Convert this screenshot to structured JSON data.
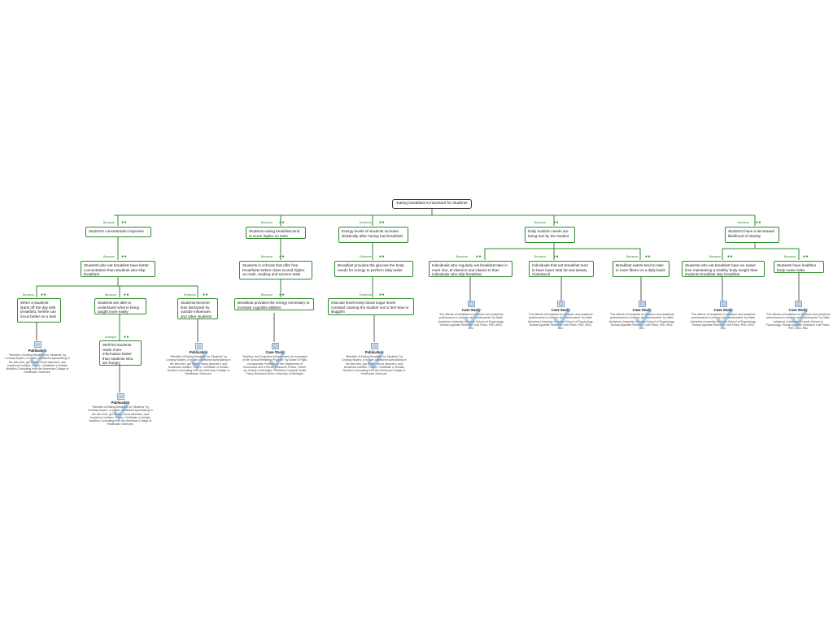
{
  "colors": {
    "accent": "#2e8b2e",
    "root_border": "#333333",
    "check": "#5b9bd5"
  },
  "root": "Eating breakfast is important for students",
  "tags": {
    "because": "Because",
    "evidence": "Evidence",
    "example": "Example"
  },
  "dots": "●●",
  "nodes": {
    "b1": "Student's concentration improves",
    "b2": "Students eating breakfast tend to score higher on tests",
    "b3": "Energy levels of students increase drastically after having had breakfast",
    "b4": "Daily nutrition needs are being met by the student",
    "b5": "Student's have a decreased likelihood of obesity",
    "c1": "Students who eat breakfast have better concentration than students who skip breakfast",
    "c2": "Students in schools that offer free breakfasts before class scored higher on math, reading and science tests",
    "c3": "Breakfast provides the glucose the body needs for energy to perform daily tasks",
    "c4": "Individuals who regularly eat breakfast take in more iron, B vitamins and vitamin D than individuals who skip breakfast",
    "c5": "Individuals that eat breakfast tend to have lower total fat and dietary cholesterol",
    "c6": "Breakfast eaters tend to take in more fibers on a daily basis",
    "c7": "Students who eat breakfast have an easier time maintaining a healthy body weight than students breakfast skip breakfast",
    "c8": "Students have healthier body mass index",
    "d1": "When a students starts off the day with breakfast, he/she can focus better on a task",
    "d2": "Students are able to understand what is being taught more easily",
    "d3": "Students become less distracted by outside influences and other students",
    "d4": "Breakfast provides the energy necessary to increase cognitive abilities",
    "d5": "Glucose levels keep blood sugar levels constant causing the student not to feel slow or sluggish",
    "e1": "Well-fed students retain more information better than students who are hungry"
  },
  "sources": {
    "s1": {
      "kind": "Publication",
      "ref": "\"Benefits of Eating Breakfast for Students\" by Lindsay Boyers, a holistic nutritionist specializing in the keto diet, gut health, mood disorders, and functional nutrition. Future, Certificate in Holistic Nutrition Consulting from the American College of Healthcare Sciences."
    },
    "s2": {
      "kind": "Publication",
      "ref": "\"Benefits of Eating Breakfast for Students\" by Lindsay Boyers, a holistic nutritionist specializing in the keto diet, gut health, mood disorders, and functional nutrition. Future, Certificate in Holistic Nutrition Consulting from the American College of Healthcare Sciences."
    },
    "s3": {
      "kind": "Publication",
      "ref": "\"Benefits of Eating Breakfast for Students\" by Lindsay Boyers, a holistic nutritionist specializing in the keto diet, gut health, mood disorders, and functional nutrition. Future, Certificate in Holistic Nutrition Consulting from the American College of Healthcare Sciences."
    },
    "s4": {
      "kind": "Case Study",
      "ref": "\"Nutrition and Cognitive Achievement: An evaluation of the School Breakfast Program\" by David N Figlio, an Associate Professor in the Department of Economics and a Senior Research Fellow, Future, for a Bank of Michigan. Retrieved Doctoral Health Policy Research at the University of Michigan."
    },
    "s5": {
      "kind": "Publication",
      "ref": "\"Benefits of Eating Breakfast for Students\" by Lindsay Boyers, a holistic nutritionist specializing in the keto diet, gut health, mood disorders, and functional nutrition. Future, Certificate in Holistic Nutrition Consulting from the American College of Healthcare Sciences."
    },
    "s6": {
      "kind": "Case Study",
      "ref": "\"The effects of breakfast on behavior and academic performance in children and adolescents\" by Katie Adolphus University of Leeds School of Psychology, Human Appetite Research Unit Pham, PhD, MSc, BSc"
    },
    "s7": {
      "kind": "Case Study",
      "ref": "\"The effects of breakfast on behavior and academic performance in children and adolescents\" by Katie Adolphus University of Leeds School of Psychology, Human Appetite Research Unit Pham, PhD, MSc, BSc"
    },
    "s8": {
      "kind": "Case Study",
      "ref": "\"The effects of breakfast on behavior and academic performance in children and adolescents\" by Katie Adolphus University of Leeds School of Psychology, Human Appetite Research Unit Pham, PhD, MSc, BSc"
    },
    "s9": {
      "kind": "Case Study",
      "ref": "\"The effects of breakfast on behavior and academic performance in children and adolescents\" by Katie Adolphus University of Leeds School of Psychology, Human Appetite Research Unit Pham, PhD, MSc, BSc"
    },
    "s10": {
      "kind": "Case Study",
      "ref": "\"The effects of breakfast on behavior and academic performance in children and adolescents\" by Katie Adolphus University of Leeds School of Psychology, Human Appetite Research Unit Pham, PhD, MSc, BSc"
    }
  }
}
